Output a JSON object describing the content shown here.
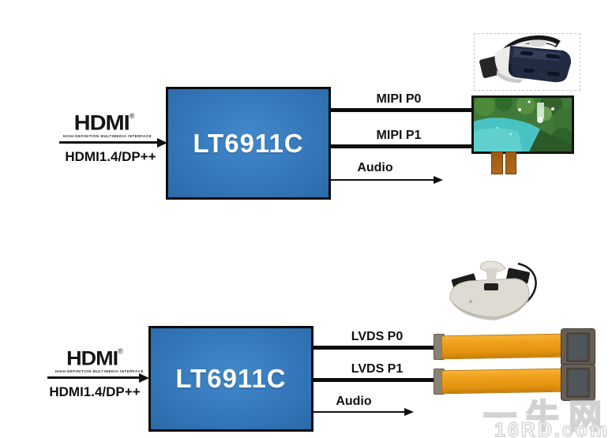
{
  "hdmi_logo": {
    "wordmark": "HDMI",
    "reg_mark": "®",
    "tagline": "HIGH-DEFINITION MULTIMEDIA INTERFACE"
  },
  "diagrams": [
    {
      "input_label": "HDMI1.4/DP++",
      "chip_label": "LT6911C",
      "port0_label": "MIPI P0",
      "port1_label": "MIPI P1",
      "audio_label": "Audio",
      "sinks": [
        "vr-headset-photo",
        "mipi-lcd-panel-photo"
      ]
    },
    {
      "input_label": "HDMI1.4/DP++",
      "chip_label": "LT6911C",
      "port0_label": "LVDS P0",
      "port1_label": "LVDS P1",
      "audio_label": "Audio",
      "sinks": [
        "head-mounted-display-photo",
        "lvds-flex-cable-photo",
        "lvds-flex-cable-photo"
      ]
    }
  ],
  "watermark": {
    "brand_cn": "一牛网",
    "brand_site": "16RD.com"
  },
  "colors": {
    "chip_blue": "#3478ba",
    "line_black": "#0d0d0d",
    "ribbon_orange": "#efa11c",
    "watermark_gray": "#d2d2d2"
  }
}
